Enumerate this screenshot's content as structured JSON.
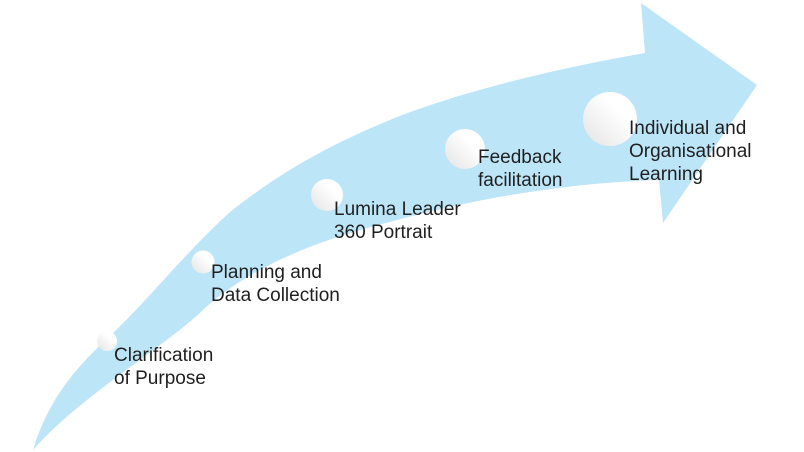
{
  "diagram": {
    "arrow": {
      "color": "#BDE5F8",
      "description": "curved swoosh arrow rising from bottom-left to top-right"
    },
    "marker": {
      "fill_top": "#ffffff",
      "fill_bottom": "#e3e3e3"
    },
    "text_color": "#1f1f1f",
    "background_color": "#ffffff",
    "steps": [
      {
        "lines": [
          "Clarification",
          "of Purpose"
        ]
      },
      {
        "lines": [
          "Planning and",
          "Data Collection"
        ]
      },
      {
        "lines": [
          "Lumina Leader",
          "360 Portrait"
        ]
      },
      {
        "lines": [
          "Feedback",
          "facilitation"
        ]
      },
      {
        "lines": [
          "Individual and",
          "Organisational",
          "Learning"
        ]
      }
    ]
  }
}
